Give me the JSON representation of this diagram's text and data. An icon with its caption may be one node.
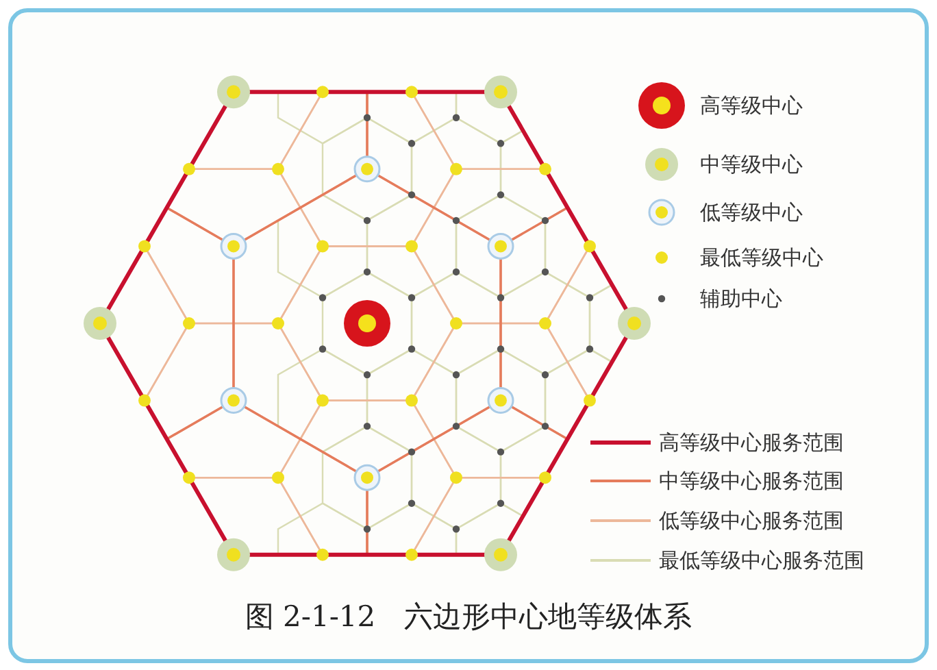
{
  "diagram": {
    "caption": "图 2-1-12　六边形中心地等级体系",
    "legend": [
      {
        "text": "高等级中心"
      },
      {
        "text": "中等级中心"
      },
      {
        "text": "低等级中心"
      },
      {
        "text": "最低等级中心"
      },
      {
        "text": "辅助中心"
      },
      {
        "text": "高等级中心服务范围"
      },
      {
        "text": "中等级中心服务范围"
      },
      {
        "text": "低等级中心服务范围"
      },
      {
        "text": "最低等级中心服务范围"
      }
    ]
  }
}
